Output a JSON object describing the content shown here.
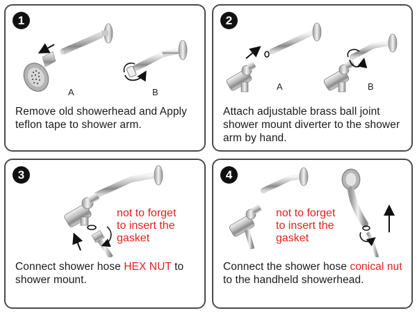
{
  "steps": [
    {
      "number": "1",
      "label_a": "A",
      "label_b": "B",
      "caption": "Remove old showerhead and Apply teflon tape to shower arm."
    },
    {
      "number": "2",
      "label_a": "A",
      "label_b": "B",
      "caption": "Attach adjustable brass ball joint shower mount diverter to the shower arm by hand."
    },
    {
      "number": "3",
      "note": "not to forget\nto insert the\ngasket",
      "caption_pre": "Connect shower hose ",
      "caption_highlight": "HEX NUT",
      "caption_post": " to shower mount."
    },
    {
      "number": "4",
      "note": "not to forget\nto insert the\ngasket",
      "caption_pre": "Connect the shower hose ",
      "caption_highlight": "conical nut",
      "caption_post": " to the handheld showerhead."
    }
  ],
  "colors": {
    "border": "#4a4a4a",
    "badge": "#111111",
    "highlight": "#e0201b"
  },
  "icons": [
    "shower-arm-icon",
    "showerhead-icon",
    "teflon-tape-icon",
    "shower-mount-diverter-icon",
    "handheld-showerhead-icon",
    "arrow-icon"
  ]
}
